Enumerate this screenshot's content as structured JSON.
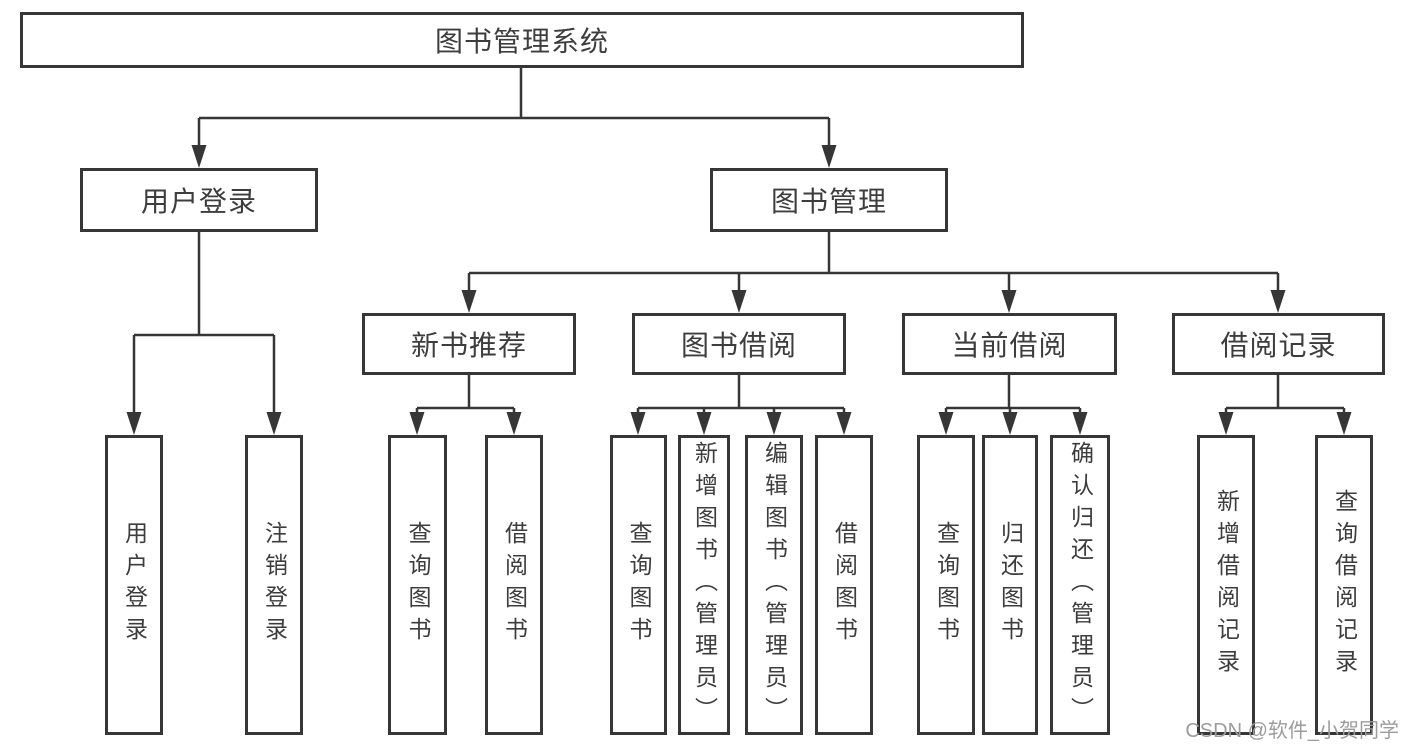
{
  "diagram": {
    "root": "图书管理系统",
    "level2": {
      "user_login": "用户登录",
      "book_management": "图书管理"
    },
    "level3": {
      "new_book_recommend": "新书推荐",
      "book_borrow": "图书借阅",
      "current_borrow": "当前借阅",
      "borrow_records": "借阅记录"
    },
    "leaves": {
      "user_login": "用户登录",
      "logout": "注销登录",
      "nb_query_books": "查询图书",
      "nb_borrow_books": "借阅图书",
      "bw_query_books": "查询图书",
      "bw_add_books": "新增图书（管理员）",
      "bw_edit_books": "编辑图书（管理员）",
      "bw_borrow_books": "借阅图书",
      "cu_query_books": "查询图书",
      "cu_return_books": "归还图书",
      "cu_confirm_return": "确认归还（管理员）",
      "rec_add_record": "新增借阅记录",
      "rec_query_record": "查询借阅记录"
    }
  },
  "watermark": {
    "text": "CSDN @软件_小贺同学",
    "color": "#9c9c9c"
  },
  "colors": {
    "line": "#363636",
    "text": "#3d3d3d",
    "background": "#ffffff"
  }
}
